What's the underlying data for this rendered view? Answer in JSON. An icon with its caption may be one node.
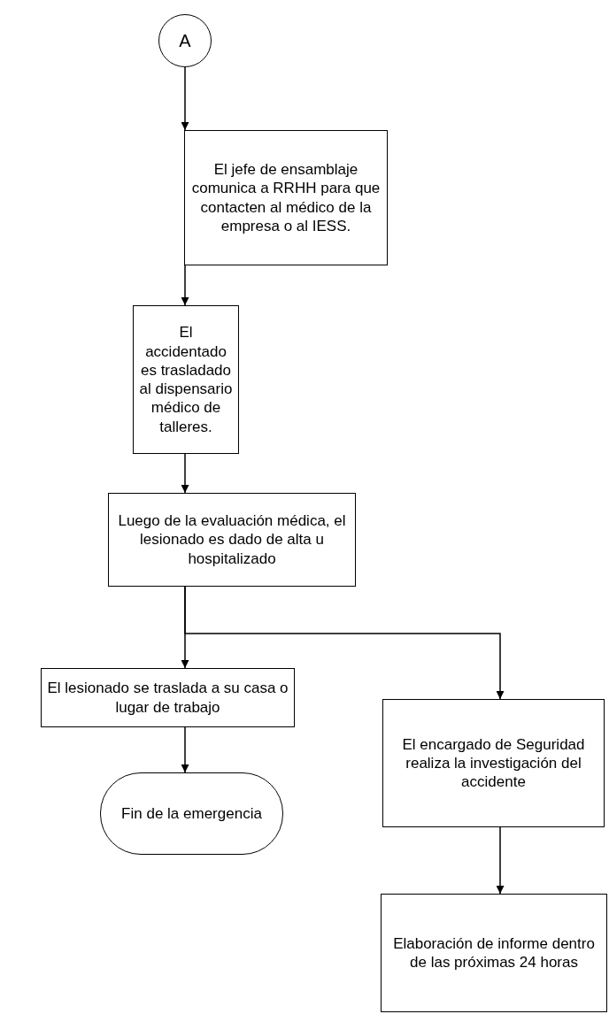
{
  "diagram": {
    "nodes": [
      {
        "text": [
          "A"
        ]
      },
      {
        "text": [
          "El jefe de ensamblaje comunica a RRHH para que contacten al médico de la empresa o al IESS."
        ]
      },
      {
        "text": [
          "El accidentado es trasladado al dispensario médico de talleres."
        ]
      },
      {
        "text": [
          "Luego de la evaluación médica, el lesionado es dado de alta u hospitalizado"
        ]
      },
      {
        "text": [
          "El lesionado se traslada a su casa o lugar de trabajo"
        ]
      },
      {
        "text": [
          "El encargado de Seguridad realiza la investigación del accidente"
        ]
      },
      {
        "text": [
          "Fin de la emergencia"
        ]
      },
      {
        "text": [
          "Elaboración de informe dentro de las próximas 24 horas"
        ]
      }
    ],
    "edges": [
      {
        "from": 0,
        "to": 1,
        "arrow": "to"
      },
      {
        "from": 1,
        "to": 2,
        "arrow": "to"
      },
      {
        "from": 2,
        "to": 3,
        "arrow": "to"
      },
      {
        "from": 3,
        "to": 4,
        "arrow": "to"
      },
      {
        "from": 3,
        "to": 5,
        "arrow": "to"
      },
      {
        "from": 4,
        "to": 6,
        "arrow": "to"
      },
      {
        "from": 5,
        "to": 7,
        "arrow": "to"
      }
    ]
  }
}
